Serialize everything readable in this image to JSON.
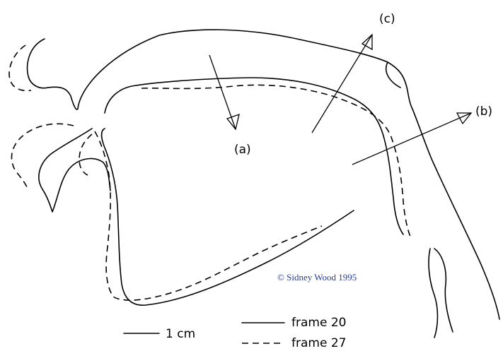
{
  "arrow_labels": {
    "a": "(a)",
    "b": "(b)",
    "c": "(c)"
  },
  "legend": {
    "scale": "1 cm",
    "solid": "frame 20",
    "dashed": "frame 27"
  },
  "copyright": "© Sidney Wood 1995",
  "colors": {
    "line": "#000000",
    "copyright": "#2b3d8f",
    "background": "#ffffff"
  }
}
